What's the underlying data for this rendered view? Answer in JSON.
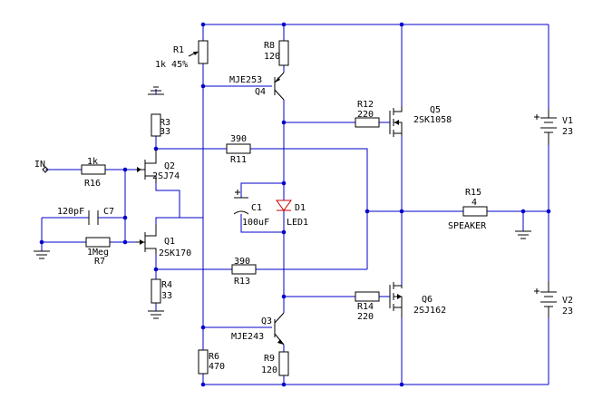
{
  "components": {
    "r1": {
      "ref": "R1",
      "value": "1k 45%"
    },
    "r8": {
      "ref": "R8",
      "value": "120"
    },
    "q4": {
      "ref": "Q4",
      "part": "MJE253"
    },
    "r12": {
      "ref": "R12",
      "value": "220"
    },
    "q5": {
      "ref": "Q5",
      "part": "2SK1058"
    },
    "r3": {
      "ref": "R3",
      "value": "33"
    },
    "r11": {
      "ref": "R11",
      "value": "390"
    },
    "q2": {
      "ref": "Q2",
      "part": "2SJ74"
    },
    "r16": {
      "ref": "R16",
      "value": "1k"
    },
    "input": {
      "label": "IN"
    },
    "c1": {
      "ref": "C1",
      "value": "100uF"
    },
    "d1": {
      "ref": "D1",
      "part": "LED1"
    },
    "c7": {
      "ref": "C7",
      "value": "120pF"
    },
    "r15": {
      "ref": "R15",
      "value": "4"
    },
    "speaker": {
      "label": "SPEAKER"
    },
    "r7": {
      "ref": "R7",
      "value": "1Meg"
    },
    "q1": {
      "ref": "Q1",
      "part": "2SK170"
    },
    "r13": {
      "ref": "R13",
      "value": "390"
    },
    "r4": {
      "ref": "R4",
      "value": "33"
    },
    "r14": {
      "ref": "R14",
      "value": "220"
    },
    "q6": {
      "ref": "Q6",
      "part": "2SJ162"
    },
    "q3": {
      "ref": "Q3",
      "part": "MJE243"
    },
    "r6": {
      "ref": "R6",
      "value": "470"
    },
    "r9": {
      "ref": "R9",
      "value": "120"
    },
    "v1": {
      "ref": "V1",
      "value": "23"
    },
    "v2": {
      "ref": "V2",
      "value": "23"
    }
  },
  "colors": {
    "wire": "#0000cc",
    "component": "#000000",
    "led": "#cc0000"
  }
}
